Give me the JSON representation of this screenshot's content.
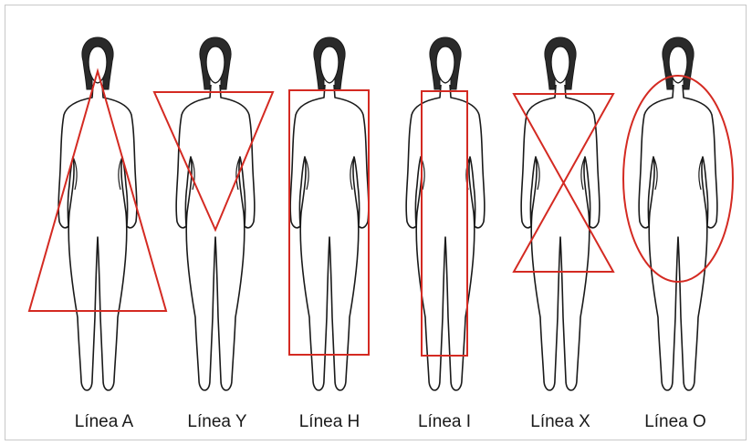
{
  "figures": [
    {
      "id": "a",
      "label": "Línea A",
      "shape": "triangle-up"
    },
    {
      "id": "y",
      "label": "Línea Y",
      "shape": "triangle-down"
    },
    {
      "id": "h",
      "label": "Línea H",
      "shape": "wide-rectangle"
    },
    {
      "id": "i",
      "label": "Línea I",
      "shape": "narrow-rectangle"
    },
    {
      "id": "x",
      "label": "Línea X",
      "shape": "hourglass"
    },
    {
      "id": "o",
      "label": "Línea O",
      "shape": "ellipse"
    }
  ],
  "colors": {
    "outline": "#1a1a1a",
    "hair": "#2a2a2a",
    "shape": "#d42a22",
    "background": "#ffffff"
  }
}
